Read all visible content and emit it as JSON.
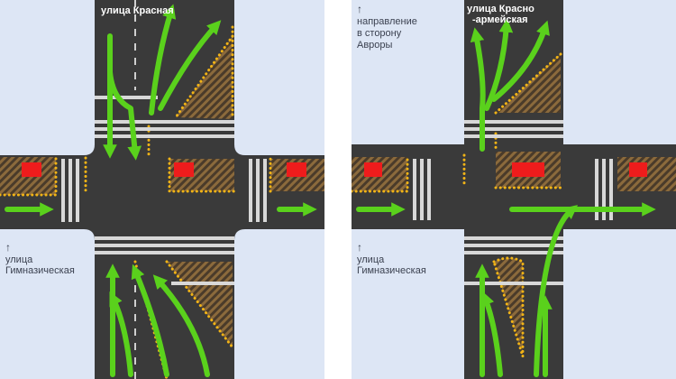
{
  "colors": {
    "background": "#dde6f5",
    "road": "#3a3a3a",
    "arrow_green": "#5ad11c",
    "red_signal": "#ee1c1c",
    "hatch": "#8b6a3c",
    "dots": "#f2b416",
    "marking": "#ffffff"
  },
  "left_panel": {
    "street_top": "улица Красная",
    "street_left_arrow": "↑",
    "street_left_line1": "улица",
    "street_left_line2": "Гимназическая"
  },
  "right_panel": {
    "street_top_line1": "улица Красно",
    "street_top_line2": "-армейская",
    "direction_arrow": "↑",
    "direction_line1": "направление",
    "direction_line2": "в сторону",
    "direction_line3": "Авроры",
    "street_left_arrow": "↑",
    "street_left_line1": "улица",
    "street_left_line2": "Гимназическая"
  }
}
